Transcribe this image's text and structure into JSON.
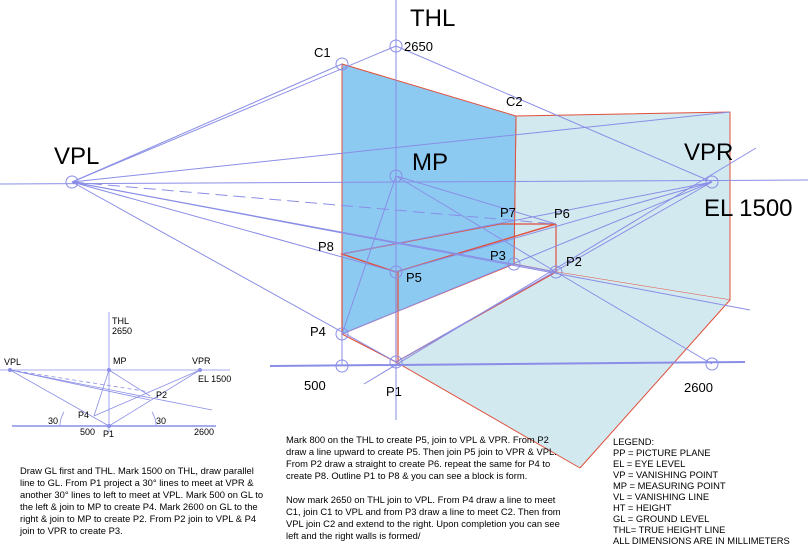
{
  "main_diagram": {
    "labels": {
      "thl": "THL",
      "thl_value": "2650",
      "c1": "C1",
      "c2": "C2",
      "vpl": "VPL",
      "vpr": "VPR",
      "mp": "MP",
      "el": "EL 1500",
      "p1": "P1",
      "p2": "P2",
      "p3": "P3",
      "p4": "P4",
      "p5": "P5",
      "p6": "P6",
      "p7": "P7",
      "p8": "P8",
      "gl_left": "500",
      "gl_right": "2600"
    },
    "colors": {
      "construction_line": "#8a8ee6",
      "outline": "#e0503c",
      "left_wall": "#8ccaf2",
      "right_wall": "#d3e9f0"
    }
  },
  "thumbnail": {
    "labels": {
      "thl": "THL",
      "thl_value": "2650",
      "vpl": "VPL",
      "mp": "MP",
      "vpr": "VPR",
      "el": "EL 1500",
      "p2": "P2",
      "p4": "P4",
      "angle_left": "30",
      "angle_right": "30",
      "gl_left": "500",
      "p1": "P1",
      "gl_right": "2600"
    }
  },
  "instructions": {
    "step1": "Draw GL first and THL.  Mark 1500 on THL, draw parallel line to GL.  From P1 project a 30° lines to meet at VPR & another 30° lines to left to meet at VPL.  Mark 500 on GL to the left & join to MP to create P4.  Mark 2600 on GL to the right & join to MP to create P2.  From P2 join to VPL & P4 join to VPR to create P3.",
    "step2": "Mark 800 on the THL to create P5, join to VPL & VPR. From P2 draw a line upward to create P5.  Then join P5 join to VPR & VPL.  From P2 draw a straight to create P6. repeat the same for P4 to create P8.  Outline P1 to P8 & you can see a block is form.",
    "step3": "Now mark 2650 on THL join to VPL. From P4 draw a line to meet C1, join C1 to VPL and from P3 draw a line to meet C2.  Then from VPL join C2 and extend to the right. Upon completion you can see left and the right walls is formed/"
  },
  "legend": {
    "title": "LEGEND:",
    "items": [
      "PP = PICTURE PLANE",
      "EL = EYE LEVEL",
      "VP = VANISHING POINT",
      "MP = MEASURING POINT",
      "VL = VANISHING LINE",
      "HT = HEIGHT",
      "GL = GROUND LEVEL",
      "THL= TRUE HEIGHT LINE",
      "ALL DIMENSIONS ARE IN MILLIMETERS"
    ]
  }
}
